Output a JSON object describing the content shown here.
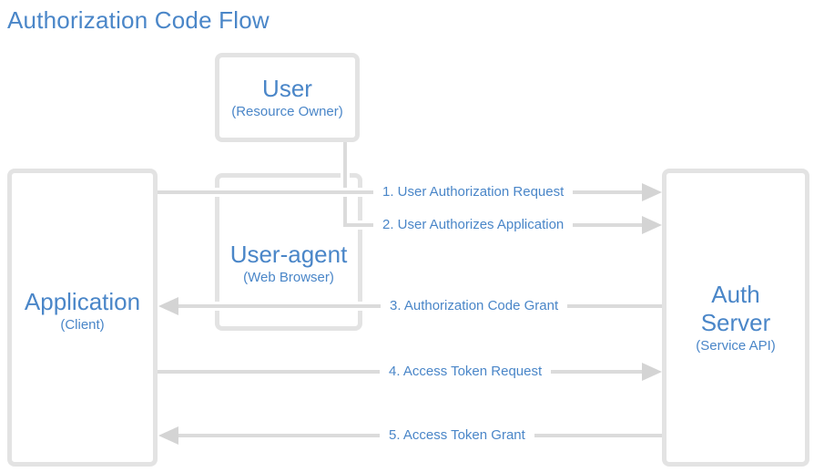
{
  "title": "Authorization Code Flow",
  "colors": {
    "accent": "#4a86c8",
    "line": "#dbdbdb",
    "arrowhead": "#d4d4d4",
    "box_border": "#e3e3e3"
  },
  "nodes": {
    "user": {
      "label": "User",
      "sublabel": "(Resource Owner)"
    },
    "user_agent": {
      "label": "User-agent",
      "sublabel": "(Web Browser)"
    },
    "application": {
      "label": "Application",
      "sublabel": "(Client)"
    },
    "auth_server": {
      "label": "Auth Server",
      "sublabel": "(Service API)"
    }
  },
  "flows": [
    {
      "label": "1. User Authorization Request",
      "from": "application",
      "to": "auth_server",
      "direction": "right"
    },
    {
      "label": "2. User Authorizes Application",
      "from": "user",
      "to": "auth_server",
      "direction": "right"
    },
    {
      "label": "3. Authorization Code Grant",
      "from": "auth_server",
      "to": "application",
      "direction": "left"
    },
    {
      "label": "4. Access Token Request",
      "from": "application",
      "to": "auth_server",
      "direction": "right"
    },
    {
      "label": "5. Access Token Grant",
      "from": "auth_server",
      "to": "application",
      "direction": "left"
    }
  ]
}
